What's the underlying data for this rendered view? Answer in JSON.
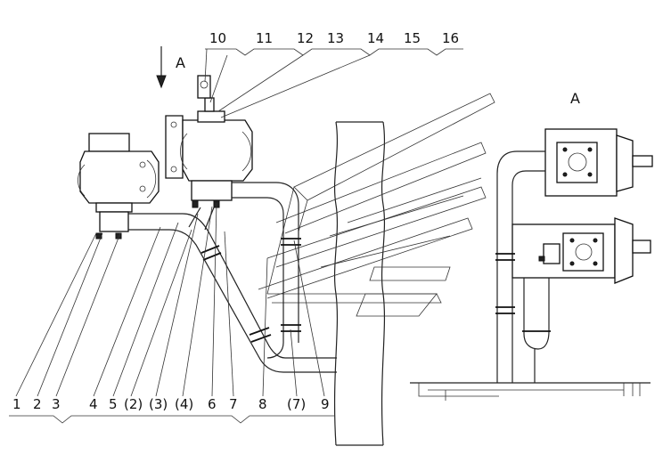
{
  "view_label": "A",
  "arrow_label": "A",
  "top_callouts": [
    "10",
    "11",
    "12",
    "13",
    "14",
    "15",
    "16"
  ],
  "bottom_callouts": [
    "1",
    "2",
    "3",
    "4",
    "5",
    "(2)",
    "(3)",
    "(4)",
    "6",
    "7",
    "8",
    "(7)",
    "9"
  ]
}
